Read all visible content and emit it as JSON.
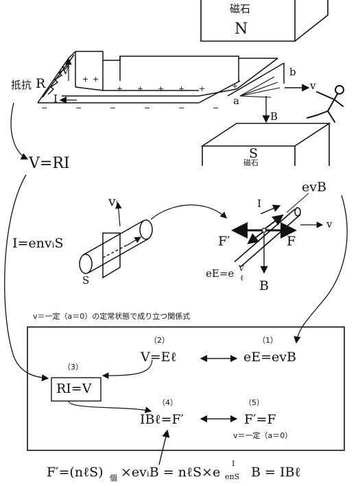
{
  "magnets": {
    "top_label": "磁石",
    "top_pole": "N",
    "bottom_label": "磁石",
    "bottom_pole": "S"
  },
  "circuit": {
    "resistor_label": "抵抗",
    "resistor_symbol": "R",
    "voltage_symbol": "V",
    "current_symbol": "I",
    "plus_sign": "+",
    "minus_sign": "−",
    "point_a": "a",
    "point_b": "b",
    "velocity_v": "v",
    "field_B": "B"
  },
  "ohm_eq": "V=RI",
  "micro": {
    "drift_velocity": "vᵢ",
    "current_eq": "I=envᵢS",
    "area_label": "S",
    "force_evB": "evB",
    "current_I": "I",
    "velocity_v": "v",
    "force_Fprime": "F′",
    "force_F": "F",
    "electric_force": "eE=e",
    "efrac_num": "V",
    "efrac_den": "ℓ",
    "field_B": "B"
  },
  "condition_caption": "v＝一定（a＝0）の定常状態で成り立つ関係式",
  "relations": {
    "n1": "（1）",
    "eq1": "eE=evB",
    "n2": "（2）",
    "eq2": "V=Eℓ",
    "n3": "（3）",
    "eq3": "RI=V",
    "n4": "（4）",
    "eq4": "IBℓ=F′",
    "n5": "（5）",
    "eq5": "F′=F",
    "eq5_note": "v＝一定（a＝0）"
  },
  "bottom_eq": {
    "part1": "F′=(nℓS)",
    "sub_ko": "個",
    "part2": "×evᵢB = nℓS×e",
    "frac_num": "I",
    "frac_den": "enS",
    "part3": "B = IBℓ"
  }
}
